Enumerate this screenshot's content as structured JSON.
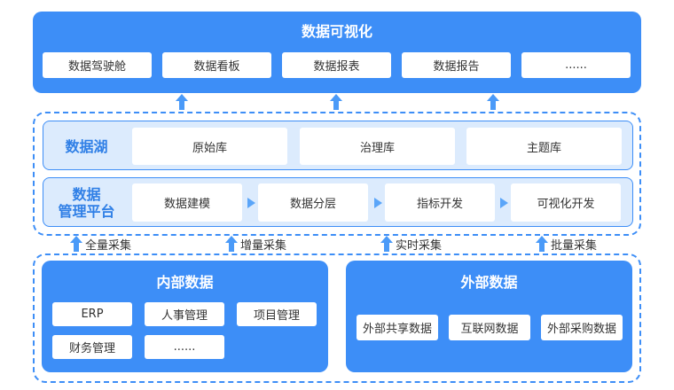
{
  "visualization": {
    "title": "数据可视化",
    "items": [
      "数据驾驶舱",
      "数据看板",
      "数据报表",
      "数据报告",
      "......"
    ]
  },
  "data_lake": {
    "label": "数据湖",
    "items": [
      "原始库",
      "治理库",
      "主题库"
    ]
  },
  "management": {
    "label_line1": "数据",
    "label_line2": "管理平台",
    "steps": [
      "数据建模",
      "数据分层",
      "指标开发",
      "可视化开发"
    ]
  },
  "collection": [
    "全量采集",
    "增量采集",
    "实时采集",
    "批量采集"
  ],
  "internal": {
    "title": "内部数据",
    "items": [
      "ERP",
      "人事管理",
      "项目管理",
      "财务管理",
      "......"
    ]
  },
  "external": {
    "title": "外部数据",
    "items": [
      "外部共享数据",
      "互联网数据",
      "外部采购数据"
    ]
  },
  "colors": {
    "primary": "#3d8ef7",
    "band": "#dcebfd",
    "label": "#2f7fe6"
  }
}
